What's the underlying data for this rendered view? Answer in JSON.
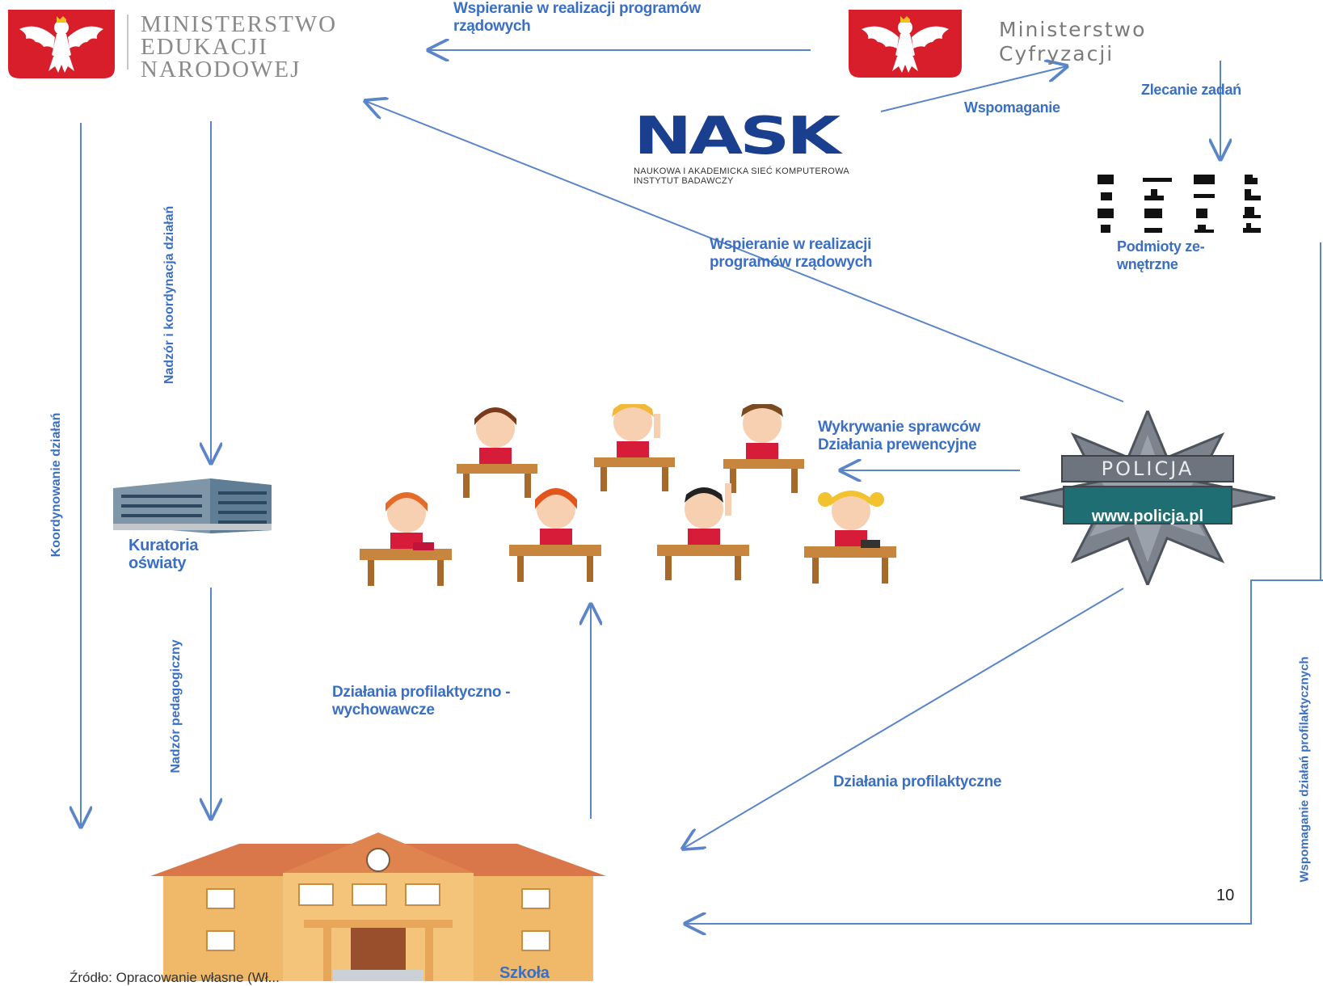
{
  "men": {
    "line1": "MINISTERSTWO",
    "line2": "EDUKACJI",
    "line3": "NARODOWEJ"
  },
  "mc": {
    "line1": "Ministerstwo",
    "line2": "Cyfryzacji"
  },
  "nask": {
    "name": "NASK",
    "sub1": "NAUKOWA I AKADEMICKA SIEĆ KOMPUTEROWA",
    "sub2": "INSTYTUT BADAWCZY"
  },
  "police": {
    "badge": "POLICJA",
    "url": "www.policja.pl"
  },
  "labels": {
    "mc_to_men": [
      "Wspieranie w realizacji programów",
      "rządowych"
    ],
    "police_to_men": [
      "Wspieranie w realizacji",
      "programów rządowych"
    ],
    "nask_to_mc": "Wspomaganie",
    "mc_to_external": "Zlecanie zadań",
    "external": [
      "Podmioty ze-",
      "wnętrzne"
    ],
    "police_to_students": [
      "Wykrywanie sprawców",
      "Działania prewencyjne"
    ],
    "men_supervision": "Nadzór i koordynacja działań",
    "men_coordination": "Koordynowanie działań",
    "kuratoria": [
      "Kuratoria",
      "oświaty"
    ],
    "pedagogical": "Nadzór pedagogiczny",
    "school_to_students": [
      "Działania profilaktyczno -",
      "wychowawcze"
    ],
    "police_to_school": "Działania profilaktyczne",
    "support_prevention": "Wspomaganie działań profilaktycznych",
    "school": "Szkoła",
    "page_number": "10",
    "source_fragment": "Źródło: Opracowanie własne (Wł..."
  },
  "colors": {
    "arrow": "#5b85c9",
    "label": "#3a6fc4",
    "emblem_red": "#d81e2a",
    "nask_blue": "#1b3f8f"
  },
  "icons": [
    "eagle-emblem-icon",
    "building-icon",
    "school-icon",
    "police-star-icon",
    "students-illustration"
  ]
}
